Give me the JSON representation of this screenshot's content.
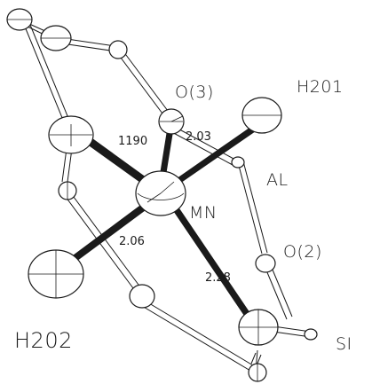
{
  "colors": {
    "ink": "#1a1a1a",
    "background": "#ffffff"
  },
  "atom_labels": {
    "h201": "H201",
    "o3": "O(3)",
    "al": "AL",
    "mn": "MN",
    "o2": "O(2)",
    "si": "SI",
    "h202": "H202"
  },
  "distance_labels": {
    "mn_o3": "2.03",
    "angle": "1190",
    "mn_h202": "2.06",
    "mn_o_lower": "2.28"
  }
}
